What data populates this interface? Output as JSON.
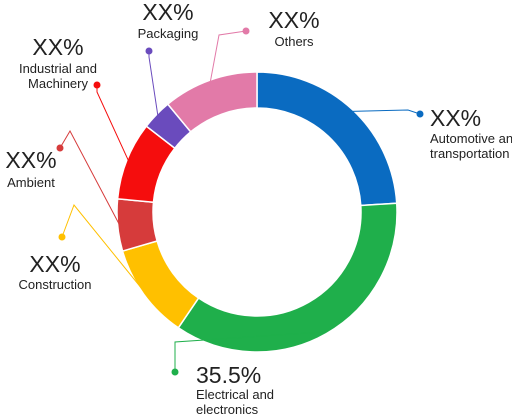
{
  "chart_data": {
    "type": "pie",
    "style": "donut",
    "legend": "none",
    "slices": [
      {
        "name": "Automotive and transportation",
        "name_lines": [
          "Automotive and",
          "transportation"
        ],
        "label": "XX%",
        "percent": 24.0,
        "color": "#0a6bc1"
      },
      {
        "name": "Electrical and electronics",
        "name_lines": [
          "Electrical and",
          "electronics"
        ],
        "label": "35.5%",
        "percent": 35.5,
        "color": "#1faf4b"
      },
      {
        "name": "Construction",
        "name_lines": [
          "Construction"
        ],
        "label": "XX%",
        "percent": 11.0,
        "color": "#ffc000"
      },
      {
        "name": "Ambient",
        "name_lines": [
          "Ambient"
        ],
        "label": "XX%",
        "percent": 6.0,
        "color": "#d63b3b"
      },
      {
        "name": "Industrial and Machinery",
        "name_lines": [
          "Industrial and",
          "Machinery"
        ],
        "label": "XX%",
        "percent": 9.0,
        "color": "#f50d0d"
      },
      {
        "name": "Packaging",
        "name_lines": [
          "Packaging"
        ],
        "label": "XX%",
        "percent": 3.5,
        "color": "#6a4bbd"
      },
      {
        "name": "Others",
        "name_lines": [
          "Others"
        ],
        "label": "XX%",
        "percent": 11.0,
        "color": "#e27aa8"
      }
    ]
  }
}
